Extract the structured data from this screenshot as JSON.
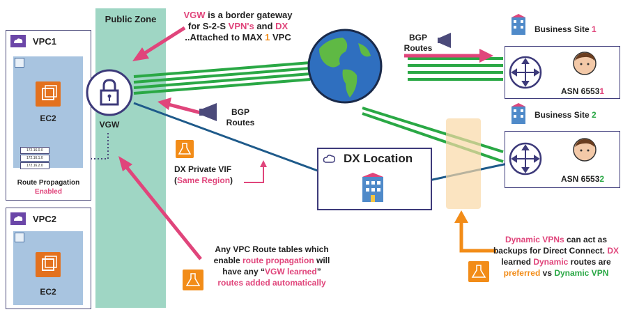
{
  "public_zone": {
    "label": "Public Zone"
  },
  "vpc1": {
    "title": "VPC1",
    "ec2_label": "EC2",
    "route_table": [
      "172.16.0.0",
      "172.16.1.0",
      "172.16.2.0"
    ],
    "route_propagation_label": "Route Propagation",
    "route_propagation_status": "Enabled"
  },
  "vpc2": {
    "title": "VPC2",
    "ec2_label": "EC2"
  },
  "vgw": {
    "label": "VGW"
  },
  "note_vgw": {
    "t1": "VGW",
    "t2": " is a ",
    "t3": "border gateway",
    "t4": "for S-2-S ",
    "t5": "VPN's",
    "t6": " and ",
    "t7": "DX",
    "t8": "..Attached to MAX ",
    "t9": "1",
    "t10": " VPC"
  },
  "bgp_top": {
    "line1": "BGP",
    "line2": "Routes"
  },
  "bgp_mid": {
    "line1": "BGP",
    "line2": "Routes"
  },
  "dx_vif": {
    "line1": "DX Private VIF",
    "paren_open": "(",
    "region": "Same Region",
    "paren_close": ")"
  },
  "dx_location": {
    "label": "DX Location"
  },
  "site1": {
    "name": "Business Site ",
    "num": "1",
    "asn": "ASN 6553",
    "asn_last": "1"
  },
  "site2": {
    "name": "Business Site ",
    "num": "2",
    "asn": "ASN 6553",
    "asn_last": "2"
  },
  "note_route_tables": {
    "l1": "Any VPC Route tables which",
    "l2a": "enable ",
    "l2b": "route propagation",
    "l2c": " will",
    "l3a": "have any “",
    "l3b": "VGW learned",
    "l3c": "”",
    "l4": "routes added automatically"
  },
  "note_dynamic": {
    "l1a": "Dynamic VPNs",
    "l1b": " can act as",
    "l2a": "backups for Direct Connect. ",
    "l2b": "DX",
    "l3a": "learned ",
    "l3b": "Dynamic",
    "l3c": " routes are",
    "l4a": "preferred",
    "l4b": " vs ",
    "l4c": "Dynamic VPN"
  },
  "colors": {
    "green_link": "#2aa845",
    "blue_link": "#1e5a8a",
    "pink_arrow": "#e0457b",
    "orange_arrow": "#f28c18",
    "public_zone": "#9fd6c4",
    "vpc_border": "#4b4a7a"
  }
}
